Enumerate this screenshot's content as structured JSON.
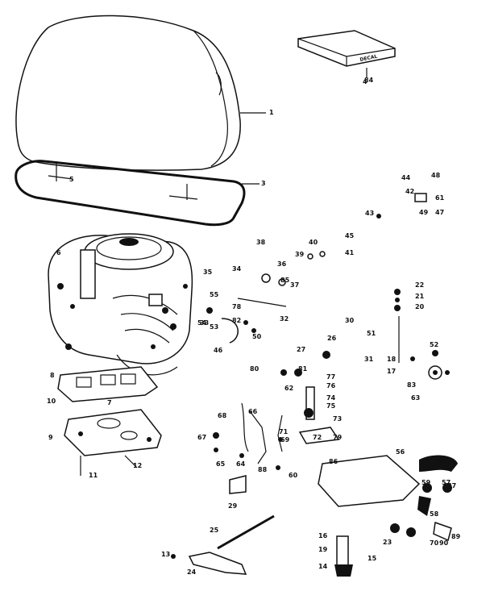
{
  "colors": {
    "ink": "#111111",
    "paper": "#ffffff"
  },
  "decal_text": "DECAL",
  "callouts": [
    {
      "id": "c1",
      "text": "1"
    },
    {
      "id": "c3",
      "text": "3"
    },
    {
      "id": "c4",
      "text": "4"
    },
    {
      "id": "c5",
      "text": "5"
    },
    {
      "id": "c6",
      "text": "6"
    },
    {
      "id": "c7",
      "text": "7"
    },
    {
      "id": "c8",
      "text": "8"
    },
    {
      "id": "c9",
      "text": "9"
    },
    {
      "id": "c10",
      "text": "10"
    },
    {
      "id": "c11",
      "text": "11"
    },
    {
      "id": "c12",
      "text": "12"
    },
    {
      "id": "c13",
      "text": "13"
    },
    {
      "id": "c14",
      "text": "14"
    },
    {
      "id": "c15",
      "text": "15"
    },
    {
      "id": "c16",
      "text": "16"
    },
    {
      "id": "c17",
      "text": "17"
    },
    {
      "id": "c18",
      "text": "18"
    },
    {
      "id": "c19",
      "text": "19"
    },
    {
      "id": "c20",
      "text": "20"
    },
    {
      "id": "c21",
      "text": "21"
    },
    {
      "id": "c22",
      "text": "22"
    },
    {
      "id": "c23",
      "text": "23"
    },
    {
      "id": "c24",
      "text": "24"
    },
    {
      "id": "c25",
      "text": "25"
    },
    {
      "id": "c26",
      "text": "26"
    },
    {
      "id": "c27",
      "text": "27"
    },
    {
      "id": "c29",
      "text": "29"
    },
    {
      "id": "c30",
      "text": "30"
    },
    {
      "id": "c31",
      "text": "31"
    },
    {
      "id": "c32",
      "text": "32"
    },
    {
      "id": "c33",
      "text": "33"
    },
    {
      "id": "c34",
      "text": "34"
    },
    {
      "id": "c35",
      "text": "35"
    },
    {
      "id": "c36",
      "text": "36"
    },
    {
      "id": "c37",
      "text": "37"
    },
    {
      "id": "c38",
      "text": "38"
    },
    {
      "id": "c39",
      "text": "39"
    },
    {
      "id": "c40",
      "text": "40"
    },
    {
      "id": "c41",
      "text": "41"
    },
    {
      "id": "c42",
      "text": "42"
    },
    {
      "id": "c43",
      "text": "43"
    },
    {
      "id": "c44",
      "text": "44"
    },
    {
      "id": "c45",
      "text": "45"
    },
    {
      "id": "c46",
      "text": "46"
    },
    {
      "id": "c47",
      "text": "47"
    },
    {
      "id": "c48",
      "text": "48"
    },
    {
      "id": "c49",
      "text": "49"
    },
    {
      "id": "c50",
      "text": "50"
    },
    {
      "id": "c51",
      "text": "51"
    },
    {
      "id": "c52",
      "text": "52"
    },
    {
      "id": "c53",
      "text": "53"
    },
    {
      "id": "c54",
      "text": "54"
    },
    {
      "id": "c55",
      "text": "55"
    },
    {
      "id": "c56",
      "text": "56"
    },
    {
      "id": "c57",
      "text": "57"
    },
    {
      "id": "c58",
      "text": "58"
    },
    {
      "id": "c59",
      "text": "59"
    },
    {
      "id": "c60",
      "text": "60"
    },
    {
      "id": "c61",
      "text": "61"
    },
    {
      "id": "c62",
      "text": "62"
    },
    {
      "id": "c63",
      "text": "63"
    },
    {
      "id": "c64",
      "text": "64"
    },
    {
      "id": "c65",
      "text": "65"
    },
    {
      "id": "c66",
      "text": "66"
    },
    {
      "id": "c67",
      "text": "67"
    },
    {
      "id": "c68",
      "text": "68"
    },
    {
      "id": "c69",
      "text": "69"
    },
    {
      "id": "c70",
      "text": "70"
    },
    {
      "id": "c71",
      "text": "71"
    },
    {
      "id": "c72",
      "text": "72"
    },
    {
      "id": "c73",
      "text": "73"
    },
    {
      "id": "c74",
      "text": "74"
    },
    {
      "id": "c75",
      "text": "75"
    },
    {
      "id": "c76",
      "text": "76"
    },
    {
      "id": "c77",
      "text": "77"
    },
    {
      "id": "c78",
      "text": "78"
    },
    {
      "id": "c79",
      "text": "79"
    },
    {
      "id": "c80",
      "text": "80"
    },
    {
      "id": "c81",
      "text": "81"
    },
    {
      "id": "c82",
      "text": "82"
    },
    {
      "id": "c83",
      "text": "83"
    },
    {
      "id": "c84",
      "text": "84"
    },
    {
      "id": "c85",
      "text": "85"
    },
    {
      "id": "c86",
      "text": "86"
    },
    {
      "id": "c87",
      "text": "87"
    },
    {
      "id": "c88",
      "text": "88"
    },
    {
      "id": "c89",
      "text": "89"
    },
    {
      "id": "c90",
      "text": "90"
    }
  ]
}
